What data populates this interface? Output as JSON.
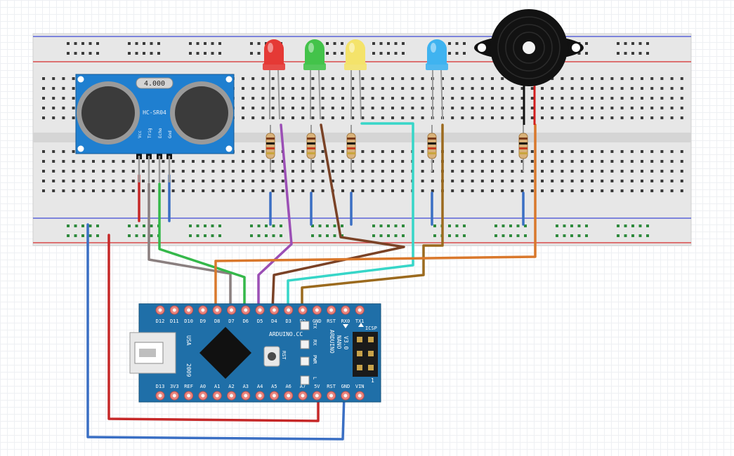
{
  "sensor": {
    "model": "HC-SR04",
    "freq": "4.000",
    "pins": [
      "Vcc",
      "Trig",
      "Echo",
      "Gnd"
    ]
  },
  "leds": [
    {
      "color_name": "red",
      "fill": "#e53935"
    },
    {
      "color_name": "green",
      "fill": "#43c34a"
    },
    {
      "color_name": "yellow",
      "fill": "#f4e36a"
    },
    {
      "color_name": "blue",
      "fill": "#3fb3f0"
    }
  ],
  "buzzer": {
    "label": ""
  },
  "arduino": {
    "top_pins": [
      "D12",
      "D11",
      "D10",
      "D9",
      "D8",
      "D7",
      "D6",
      "D5",
      "D4",
      "D3",
      "D2",
      "GND",
      "RST",
      "RX0",
      "TX1"
    ],
    "bottom_pins": [
      "D13",
      "3V3",
      "REF",
      "A0",
      "A1",
      "A2",
      "A3",
      "A4",
      "A5",
      "A6",
      "A7",
      "5V",
      "RST",
      "GND",
      "VIN"
    ],
    "brand": "ARDUINO.CC",
    "name_lines": [
      "ARDUINO",
      "NANO",
      "V3.0"
    ],
    "usb_label": "USA",
    "year_label": "2009",
    "icsp_label": "ICSP",
    "rst_label": "RST",
    "led_labels": [
      "TX",
      "RX",
      "PWR",
      "L"
    ],
    "one_label": "1"
  },
  "colors": {
    "wire_red": "#c62828",
    "wire_blue": "#3a6fc4",
    "wire_green": "#35b84a",
    "wire_gray": "#8a7f7f",
    "wire_purple": "#9b4fb5",
    "wire_brown": "#7a4226",
    "wire_cyan": "#37d6c8",
    "wire_ocher": "#9b6a1e",
    "wire_orange": "#d9782c",
    "board_blue": "#1f6fa8",
    "breadboard": "#e6e6e6"
  }
}
